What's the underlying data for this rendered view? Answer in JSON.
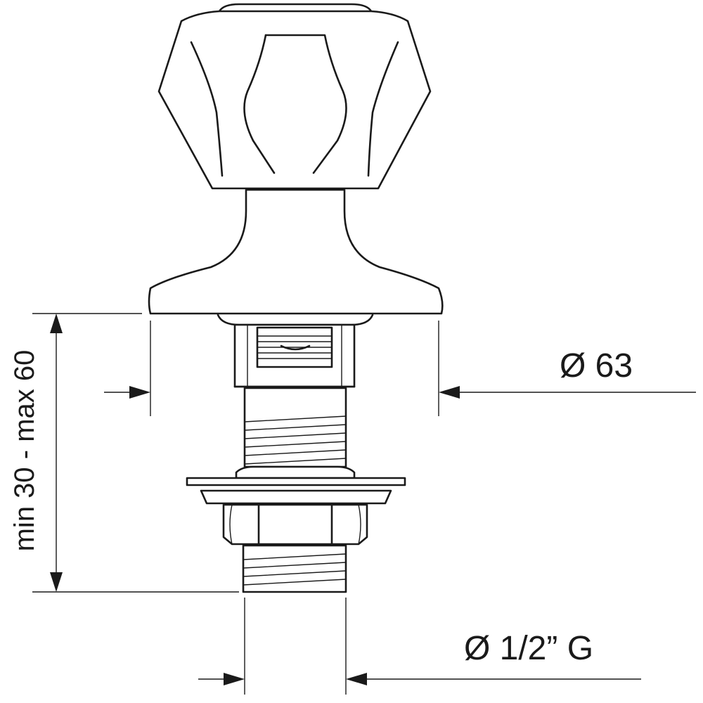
{
  "diagram": {
    "dimensions": {
      "height_range": "min 30 - max 60",
      "flange_diameter": "Ø 63",
      "thread_size": "Ø 1/2” G"
    },
    "colors": {
      "stroke": "#1a1a1a",
      "background": "#ffffff"
    }
  }
}
